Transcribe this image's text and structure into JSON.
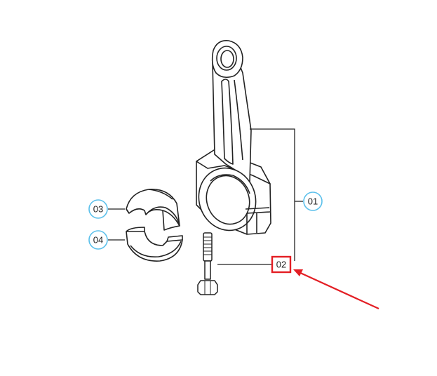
{
  "callouts": [
    {
      "id": "c01",
      "label": "01"
    },
    {
      "id": "c02",
      "label": "02"
    },
    {
      "id": "c03",
      "label": "03"
    },
    {
      "id": "c04",
      "label": "04"
    }
  ],
  "colors": {
    "line": "#222222",
    "callout_circle": "#5bc0eb",
    "highlight": "#e31e24",
    "arrow": "#e31e24"
  }
}
